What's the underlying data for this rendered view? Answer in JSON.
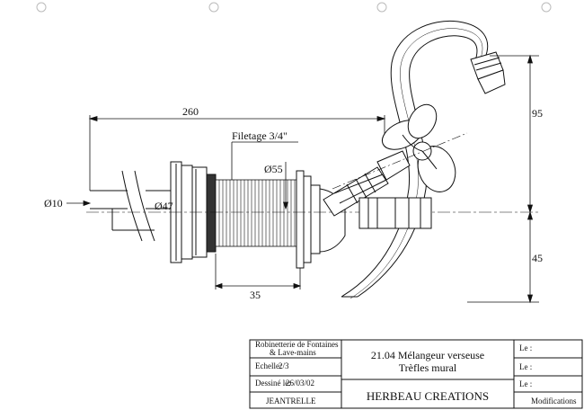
{
  "dimensions": {
    "overall_length": "260",
    "thread": "Filetage 3/4\"",
    "body_diameter": "Ø55",
    "flange_diameter": "Ø47",
    "pipe_diameter": "Ø10",
    "nut_length": "35",
    "height_above_axis": "95",
    "height_below_axis": "45"
  },
  "title_block": {
    "company_line1": "Robinetterie de Fontaines",
    "company_line2": "& Lave-mains",
    "scale_label": "Echelle:",
    "scale_value": "2/3",
    "drawn_label": "Dessiné le:",
    "drawn_date": "26/03/02",
    "model_line1": "21.04 Mélangeur verseuse",
    "model_line2": "Trèfles mural",
    "designer": "JEANTRELLE",
    "brand": "HERBEAU CREATIONS",
    "le_labels": [
      "Le :",
      "Le :",
      "Le :"
    ],
    "modifications_label": "Modifications"
  }
}
